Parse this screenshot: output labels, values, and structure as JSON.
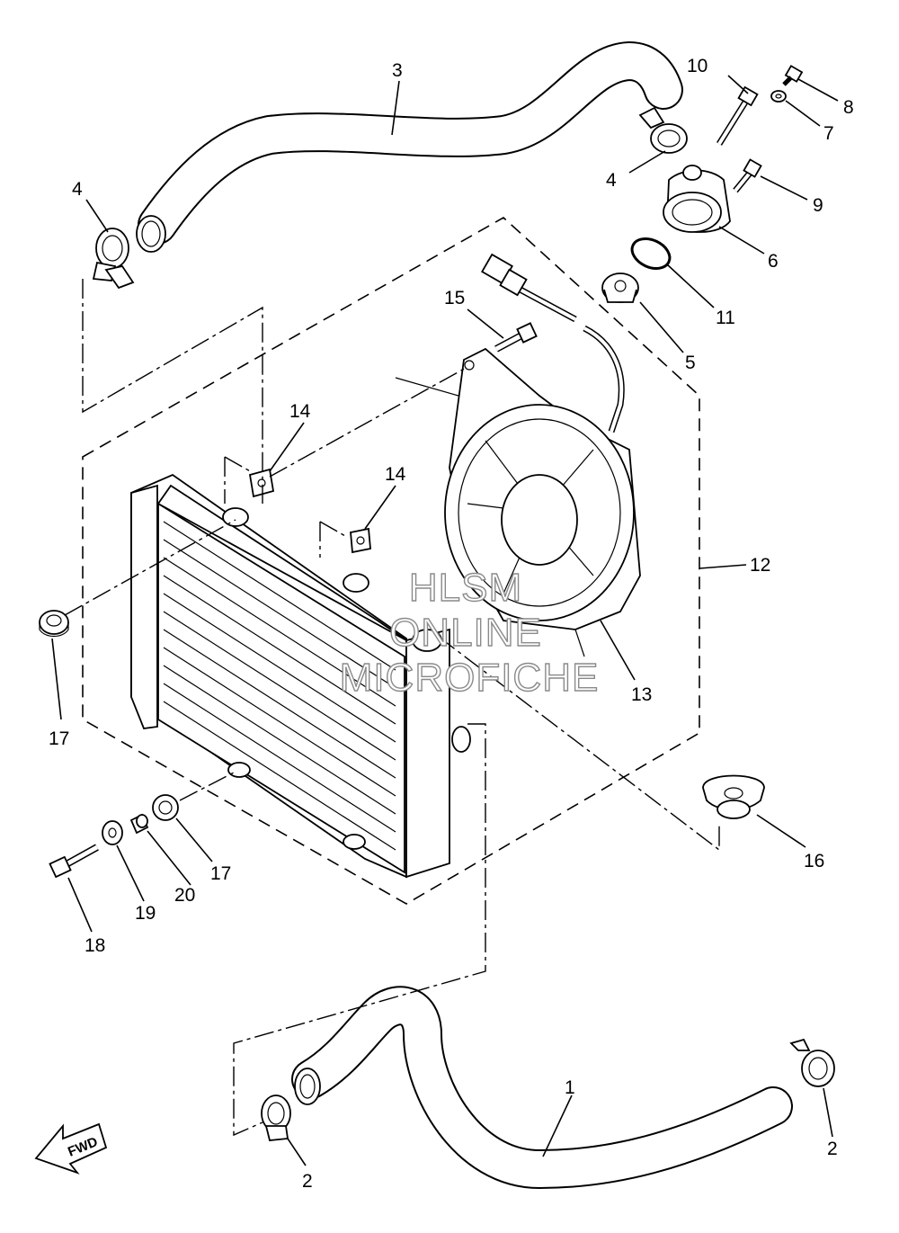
{
  "callouts": [
    {
      "id": "c1",
      "text": "1"
    },
    {
      "id": "c2a",
      "text": "2"
    },
    {
      "id": "c2b",
      "text": "2"
    },
    {
      "id": "c3",
      "text": "3"
    },
    {
      "id": "c4a",
      "text": "4"
    },
    {
      "id": "c4b",
      "text": "4"
    },
    {
      "id": "c5",
      "text": "5"
    },
    {
      "id": "c6",
      "text": "6"
    },
    {
      "id": "c7",
      "text": "7"
    },
    {
      "id": "c8",
      "text": "8"
    },
    {
      "id": "c9",
      "text": "9"
    },
    {
      "id": "c10",
      "text": "10"
    },
    {
      "id": "c11",
      "text": "11"
    },
    {
      "id": "c12",
      "text": "12"
    },
    {
      "id": "c13",
      "text": "13"
    },
    {
      "id": "c14a",
      "text": "14"
    },
    {
      "id": "c14b",
      "text": "14"
    },
    {
      "id": "c15",
      "text": "15"
    },
    {
      "id": "c16",
      "text": "16"
    },
    {
      "id": "c17a",
      "text": "17"
    },
    {
      "id": "c17b",
      "text": "17"
    },
    {
      "id": "c18",
      "text": "18"
    },
    {
      "id": "c19",
      "text": "19"
    },
    {
      "id": "c20",
      "text": "20"
    }
  ],
  "watermark": [
    "HLSM",
    "ONLINE",
    "MICROFICHE"
  ],
  "fwd_label": "FWD",
  "colors": {
    "ink": "#000000",
    "paper": "#ffffff",
    "watermark_outline": "#8a8a8a"
  }
}
